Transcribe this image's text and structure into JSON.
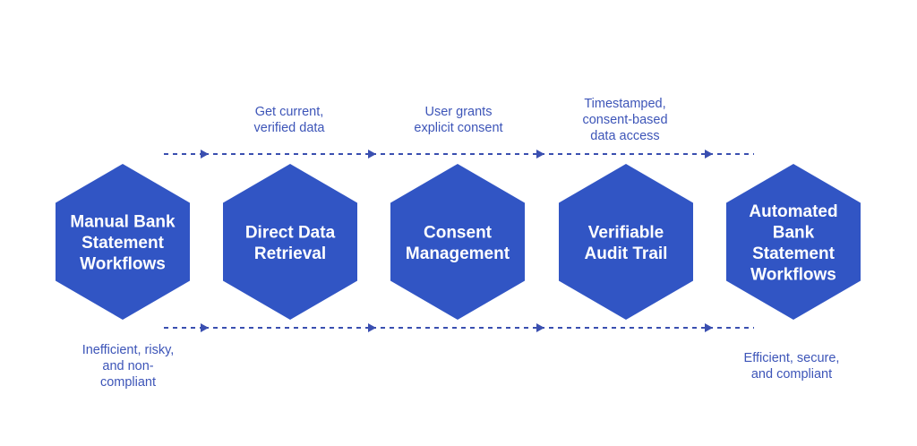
{
  "colors": {
    "hexagon_fill": "#3155c4",
    "connector": "#3a4fb0",
    "note_text": "#3d55b8",
    "background": "#ffffff"
  },
  "steps": [
    {
      "label_lines": [
        "Manual Bank",
        "Statement",
        "Workflows"
      ]
    },
    {
      "label_lines": [
        "Direct Data",
        "Retrieval"
      ]
    },
    {
      "label_lines": [
        "Consent",
        "Management"
      ]
    },
    {
      "label_lines": [
        "Verifiable",
        "Audit Trail"
      ]
    },
    {
      "label_lines": [
        "Automated",
        "Bank",
        "Statement",
        "Workflows"
      ]
    }
  ],
  "top_notes": [
    {
      "lines": [
        "Get current,",
        "verified data"
      ]
    },
    {
      "lines": [
        "User grants",
        "explicit consent"
      ]
    },
    {
      "lines": [
        "Timestamped,",
        "consent-based",
        "data access"
      ]
    }
  ],
  "bottom_notes": [
    {
      "lines": [
        "Inefficient, risky,",
        "and non-",
        "compliant"
      ]
    },
    {
      "lines": [
        "Efficient, secure,",
        "and compliant"
      ]
    }
  ]
}
